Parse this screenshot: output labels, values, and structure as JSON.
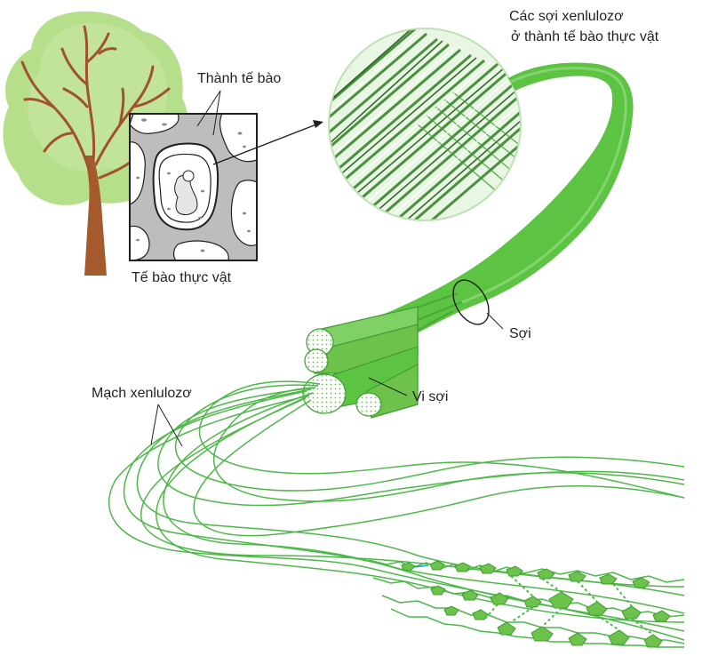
{
  "labels": {
    "cell_wall": "Thành tế bào",
    "plant_cell": "Tế bào thực vật",
    "cellulose_fibers_line1": "Các sợi xenlulozơ",
    "cellulose_fibers_line2": "ở thành tế bào thực vật",
    "fiber": "Sợi",
    "microfibril": "Vi sợi",
    "cellulose_chain": "Mạch xenlulozơ"
  },
  "colors": {
    "foliage": "#b6df8c",
    "branch": "#a0522d",
    "trunk": "#a55a2e",
    "fiber_green": "#5cc442",
    "strand_green": "#4db848",
    "glucose_green": "#6cc24a",
    "cell_gray": "#bdbdbd",
    "outline": "#231f20"
  }
}
